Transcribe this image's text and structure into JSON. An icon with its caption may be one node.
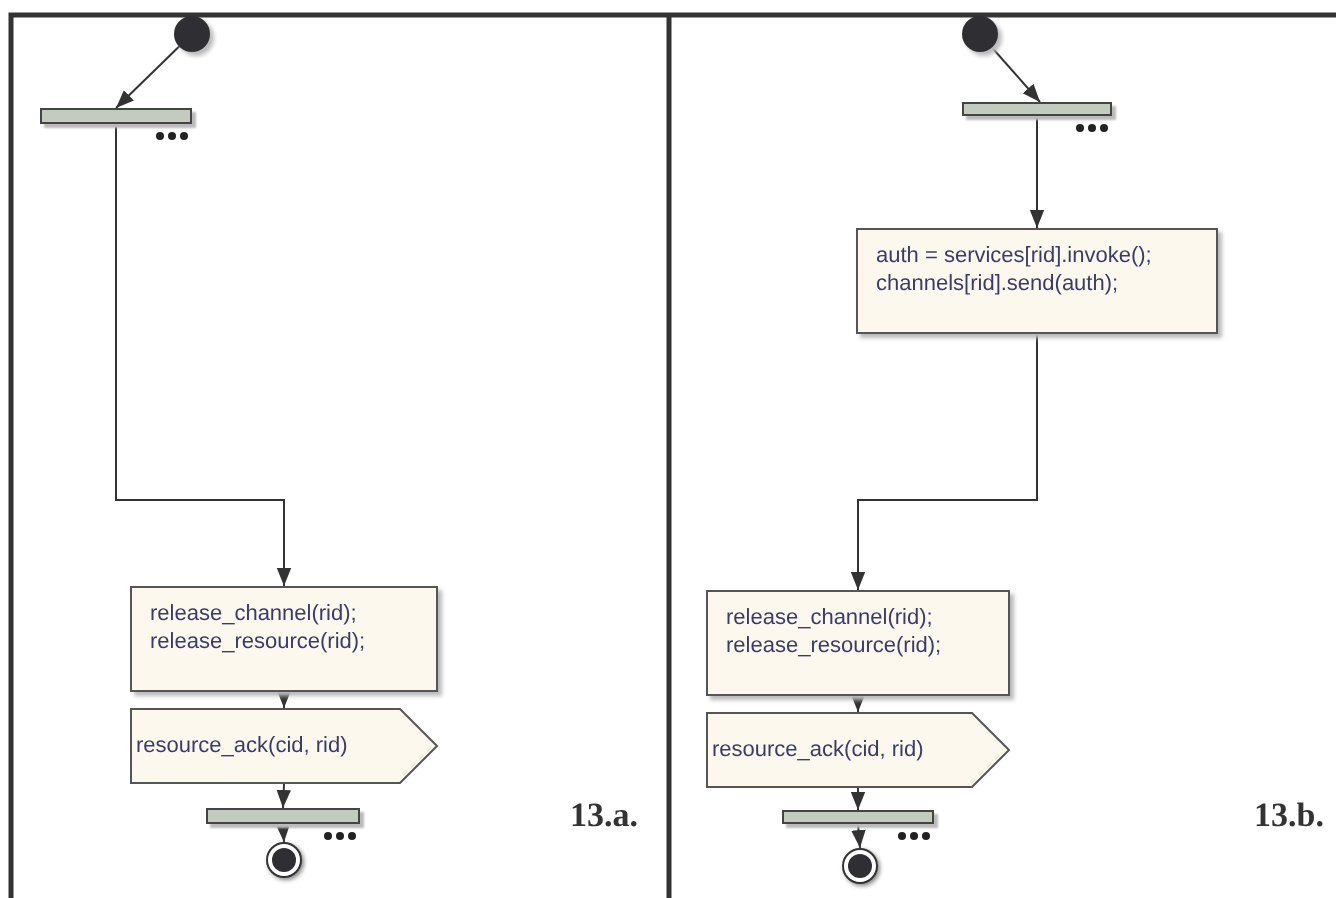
{
  "diagram": {
    "nodes": [
      {
        "text": [],
        "shape": "circle"
      },
      {
        "text": [],
        "shape": "bar"
      },
      {
        "text": [
          "release_channel(rid);",
          "release_resource(rid);"
        ]
      },
      {
        "text": [
          "resource_ack(cid, rid)"
        ]
      },
      {
        "text": [],
        "shape": "bar"
      },
      {
        "text": [],
        "shape": "bullseye"
      },
      {
        "text": [],
        "shape": "circle"
      },
      {
        "text": [],
        "shape": "bar"
      },
      {
        "text": [
          "auth = services[rid].invoke();",
          "channels[rid].send(auth);"
        ]
      },
      {
        "text": [
          "release_channel(rid);",
          "release_resource(rid);"
        ]
      },
      {
        "text": [
          "resource_ack(cid, rid)"
        ]
      },
      {
        "text": [],
        "shape": "bar"
      },
      {
        "text": [],
        "shape": "bullseye"
      }
    ],
    "edges": [
      {
        "from": 0,
        "to": 1,
        "arrow": "to"
      },
      {
        "from": 1,
        "to": 2,
        "arrow": "to"
      },
      {
        "from": 2,
        "to": 3,
        "arrow": "to"
      },
      {
        "from": 3,
        "to": 4,
        "arrow": "to"
      },
      {
        "from": 4,
        "to": 5,
        "arrow": "to"
      },
      {
        "from": 6,
        "to": 7,
        "arrow": "to"
      },
      {
        "from": 7,
        "to": 8,
        "arrow": "to"
      },
      {
        "from": 8,
        "to": 9,
        "arrow": "to"
      },
      {
        "from": 9,
        "to": 10,
        "arrow": "to"
      },
      {
        "from": 10,
        "to": 11,
        "arrow": "to"
      },
      {
        "from": 11,
        "to": 12,
        "arrow": "to"
      }
    ],
    "labels": [
      "13.a.",
      "13.b."
    ]
  }
}
